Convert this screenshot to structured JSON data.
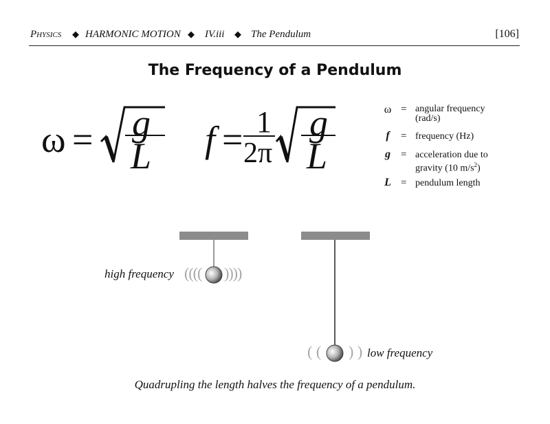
{
  "header": {
    "subject": "Physics",
    "chapter": "HARMONIC MOTION",
    "section": "IV.iii",
    "topic": "The Pendulum",
    "separator": "◆",
    "page": "[106]"
  },
  "title": "The Frequency of a Pendulum",
  "formulas": {
    "omega": {
      "lhs": "ω",
      "eq": "=",
      "numerator": "g",
      "denominator": "L"
    },
    "frequency": {
      "lhs": "f",
      "eq": "=",
      "coef_numerator": "1",
      "coef_denominator": "2π",
      "numerator": "g",
      "denominator": "L"
    }
  },
  "legend": [
    {
      "symbol": "ω",
      "eq": "=",
      "definition": "angular frequency (rad/s)"
    },
    {
      "symbol": "f",
      "eq": "=",
      "definition": "frequency (Hz)"
    },
    {
      "symbol": "g",
      "eq": "=",
      "definition_main": "acceleration due to gravity (10 m/s",
      "definition_sup": "2",
      "definition_end": ")"
    },
    {
      "symbol": "L",
      "eq": "=",
      "definition": "pendulum length"
    }
  ],
  "pendulums": {
    "short": {
      "label": "high frequency",
      "left_waves": "((((",
      "right_waves": "))))"
    },
    "long": {
      "label": "low frequency",
      "left_waves": "( (",
      "right_waves": ") )"
    }
  },
  "caption": "Quadrupling the length halves the frequency of a pendulum.",
  "colors": {
    "support_bar": "#8c8c8c",
    "wave_marks": "#a6a6a6",
    "text": "#111111"
  }
}
